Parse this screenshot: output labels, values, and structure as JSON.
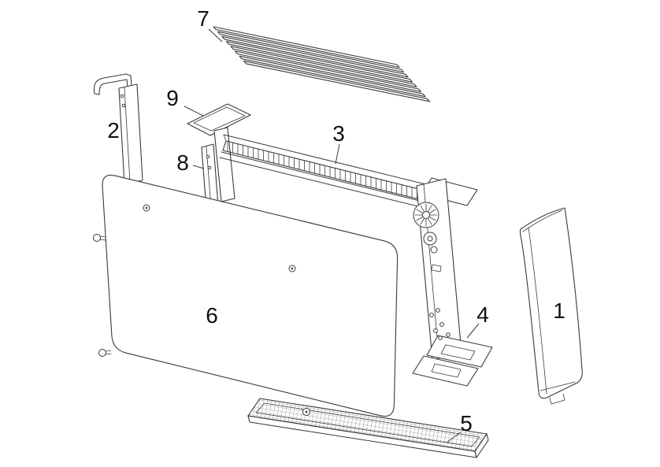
{
  "diagram": {
    "type": "exploded-view-line-drawing",
    "background": "#ffffff",
    "colors": {
      "line": "#3a3a3a",
      "label": "#111111",
      "hatch": "#666666",
      "bg": "#ffffff"
    },
    "labels": {
      "part1": "1",
      "part2": "2",
      "part3": "3",
      "part4": "4",
      "part5": "5",
      "part6": "6",
      "part7": "7",
      "part8": "8",
      "part9": "9"
    }
  }
}
